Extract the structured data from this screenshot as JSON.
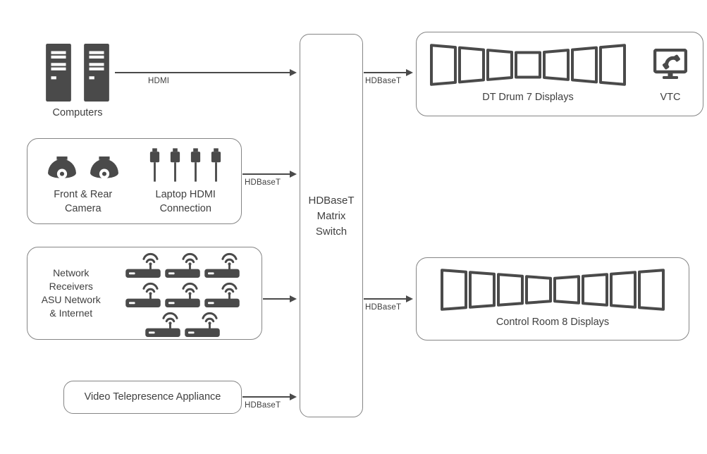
{
  "colors": {
    "icon": "#4a4a4a",
    "box_border": "#858585",
    "text": "#3f3f3f",
    "arrow": "#4a4a4a",
    "background": "#ffffff"
  },
  "sources": {
    "computers": {
      "label": "Computers",
      "count": 2
    },
    "camera_laptop_box": {
      "front_rear_label": "Front & Rear\nCamera",
      "camera_count": 2,
      "laptop_label": "Laptop HDMI\nConnection",
      "plug_count": 4
    },
    "network_box": {
      "label": "Network\nReceivers\nASU Network\n& Internet",
      "receiver_count": 8
    },
    "telepresence": {
      "label": "Video Telepresence Appliance"
    }
  },
  "switch": {
    "label": "HDBaseT\nMatrix\nSwitch"
  },
  "outputs": {
    "dt_drum": {
      "label": "DT Drum 7 Displays",
      "display_count": 7,
      "vtc_label": "VTC"
    },
    "control_room": {
      "label": "Control Room 8 Displays",
      "display_count": 8
    }
  },
  "connections": [
    {
      "from": "Computers",
      "to": "HDBaseT Matrix Switch",
      "label": "HDMI"
    },
    {
      "from": "Front & Rear Camera / Laptop HDMI Connection",
      "to": "HDBaseT Matrix Switch",
      "label": "HDBaseT"
    },
    {
      "from": "Network Receivers ASU Network & Internet",
      "to": "HDBaseT Matrix Switch",
      "label": ""
    },
    {
      "from": "Video Telepresence Appliance",
      "to": "HDBaseT Matrix Switch",
      "label": "HDBaseT"
    },
    {
      "from": "HDBaseT Matrix Switch",
      "to": "DT Drum 7 Displays",
      "label": "HDBaseT"
    },
    {
      "from": "HDBaseT Matrix Switch",
      "to": "Control Room 8 Displays",
      "label": "HDBaseT"
    }
  ]
}
